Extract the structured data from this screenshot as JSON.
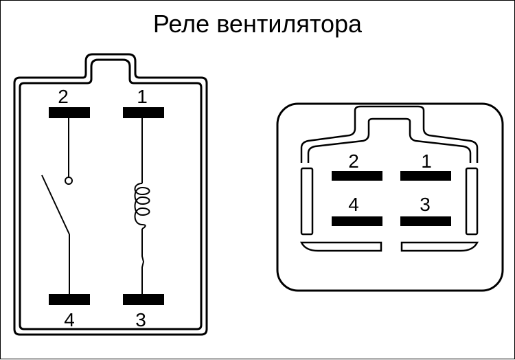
{
  "title": "Реле вентилятора",
  "schematic": {
    "pins": [
      {
        "id": "pin-2",
        "label": "2"
      },
      {
        "id": "pin-1",
        "label": "1"
      },
      {
        "id": "pin-4",
        "label": "4"
      },
      {
        "id": "pin-3",
        "label": "3"
      }
    ]
  },
  "connector": {
    "pins": [
      {
        "id": "pin-2",
        "label": "2"
      },
      {
        "id": "pin-1",
        "label": "1"
      },
      {
        "id": "pin-4",
        "label": "4"
      },
      {
        "id": "pin-3",
        "label": "3"
      }
    ]
  },
  "colors": {
    "ink": "#000000",
    "background": "#ffffff"
  }
}
